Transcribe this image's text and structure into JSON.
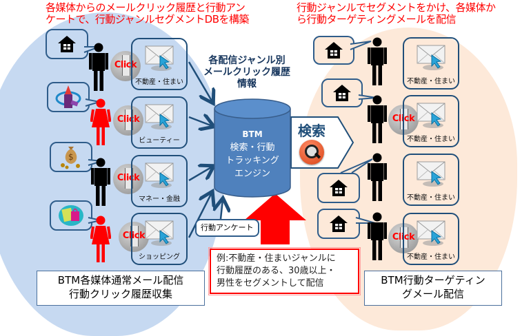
{
  "headlines": {
    "left": [
      "各媒体からのメールクリック履歴と行動アン",
      "ケートで、行動ジャンルセグメントDBを構築"
    ],
    "right": [
      "行動ジャンルでセグメントをかけ、各媒体か",
      "ら行動ターゲティングメールを配信"
    ]
  },
  "center": {
    "title_lines": [
      "各配信ジャンル別",
      "メールクリック履歴",
      "情報"
    ],
    "engine_lines": [
      "BTM",
      "検索・行動",
      "トラッキング",
      "エンジン"
    ],
    "search_label": "検索",
    "survey_label": "行動アンケート",
    "example_lines": [
      "例:不動産・住まいジャンルに",
      "行動履歴のある、30歳以上・",
      "男性をセグメントして配信"
    ]
  },
  "left_panel": {
    "rows": [
      {
        "interest_icon": "house-icon",
        "person": "male",
        "person_color": "#000000",
        "click_label": "Click",
        "mail_caption": "不動産・住まい"
      },
      {
        "interest_icon": "lipstick-icon",
        "person": "female",
        "person_color": "#ff0000",
        "click_label": "Click",
        "mail_caption": "ビューティー"
      },
      {
        "interest_icon": "money-bag-icon",
        "person": "male",
        "person_color": "#000000",
        "click_label": "Click",
        "mail_caption": "マネー・金融"
      },
      {
        "interest_icon": "shopping-bag-icon",
        "person": "female",
        "person_color": "#ff0000",
        "click_label": "Click",
        "mail_caption": "ショッピング"
      }
    ],
    "title_lines": [
      "BTM各媒体通常メール配信",
      "行動クリック履歴収集"
    ]
  },
  "right_panel": {
    "rows": [
      {
        "interest_icon": "house-icon",
        "person": "male",
        "clicked": false,
        "mail_caption": "不動産・住まい"
      },
      {
        "interest_icon": "house-icon",
        "person": "male",
        "clicked": true,
        "click_label": "Click",
        "mail_caption": "不動産・住まい"
      },
      {
        "interest_icon": "house-icon",
        "person": "male",
        "clicked": false,
        "mail_caption": "不動産・住まい"
      },
      {
        "interest_icon": "house-icon",
        "person": "male",
        "clicked": true,
        "click_label": "Click",
        "mail_caption": "不動産・住まい"
      }
    ],
    "title_lines": [
      "BTM行動ターゲティン",
      "グメール配信"
    ]
  },
  "colors": {
    "left_bg": "#c6d9f1",
    "right_bg": "#fde9d9",
    "cylinder": "#4f81bd",
    "headline": "#ff0000",
    "arrow_red": "#ff0000",
    "border_blue": "#2e5c8a"
  }
}
